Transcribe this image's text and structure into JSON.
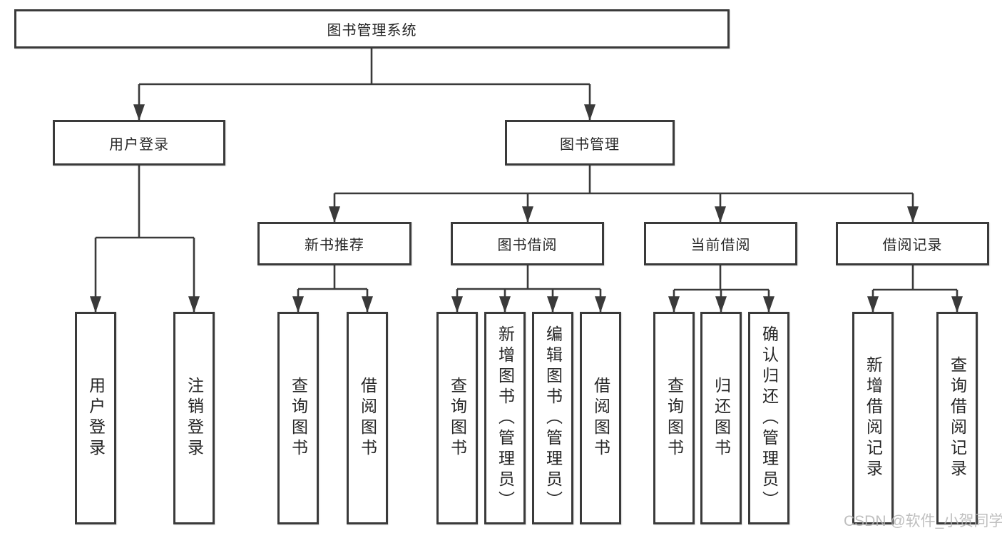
{
  "colors": {
    "line": "#3a3a3a",
    "text": "#262626",
    "node-bg": "#ffffff",
    "watermark": "#b4b4b4"
  },
  "watermark": {
    "text": "CSDN @软件_小贺同学"
  },
  "tree": {
    "label": "图书管理系统",
    "children": [
      {
        "label": "用户登录",
        "children": [
          {
            "label": "用户登录"
          },
          {
            "label": "注销登录"
          }
        ]
      },
      {
        "label": "图书管理",
        "children": [
          {
            "label": "新书推荐",
            "children": [
              {
                "label": "查询图书"
              },
              {
                "label": "借阅图书"
              }
            ]
          },
          {
            "label": "图书借阅",
            "children": [
              {
                "label": "查询图书"
              },
              {
                "label": "新增图书（管理员）"
              },
              {
                "label": "编辑图书（管理员）"
              },
              {
                "label": "借阅图书"
              }
            ]
          },
          {
            "label": "当前借阅",
            "children": [
              {
                "label": "查询图书"
              },
              {
                "label": "归还图书"
              },
              {
                "label": "确认归还（管理员）"
              }
            ]
          },
          {
            "label": "借阅记录",
            "children": [
              {
                "label": "新增借阅记录"
              },
              {
                "label": "查询借阅记录"
              }
            ]
          }
        ]
      }
    ]
  }
}
